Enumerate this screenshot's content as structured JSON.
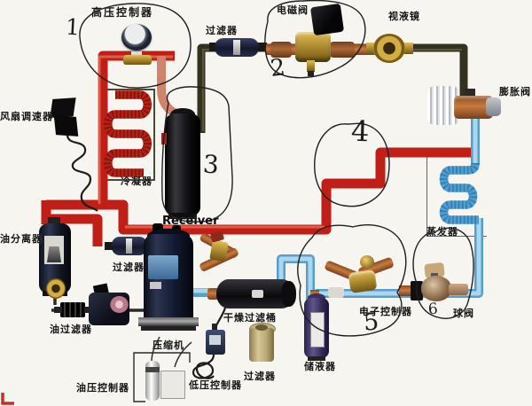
{
  "diagram": {
    "title": "refrigeration-system-training-diagram",
    "labels": {
      "high_pressure_controller": "高压控制器",
      "filter_top": "过滤器",
      "solenoid_valve": "电磁阀",
      "sight_glass": "视液镜",
      "expansion_valve": "膨胀阀",
      "fan_speed_controller": "风扇调速器",
      "condenser": "冷凝器",
      "receiver": "Receiver",
      "evaporator": "蒸发器",
      "oil_separator": "油分离器",
      "filter_mid": "过滤器",
      "compressor": "压缩机",
      "drying_filter_barrel": "干燥过滤桶",
      "low_pressure_controller": "低压控制器",
      "filter_bottom": "过滤器",
      "accumulator": "储液器",
      "electronic_controller": "电子控制器",
      "ball_valve": "球阀",
      "oil_filter": "油过滤器",
      "oil_pressure_controller": "油压控制器"
    },
    "annotations": [
      "1",
      "2",
      "3",
      "4",
      "5",
      "6"
    ],
    "colors": {
      "discharge_pipe_red": "#bf1f16",
      "condenser_salmon": "#d0846c",
      "liquid_pipe_olive": "#34321e",
      "suction_pipe_blue": "#a8d8f0",
      "suction_edge_blue": "#5b9dc8",
      "brass": "#b8963f",
      "copper": "#a05a2a",
      "annotation_ink": "#1f1f1f",
      "background": "#f6f5f0"
    }
  }
}
